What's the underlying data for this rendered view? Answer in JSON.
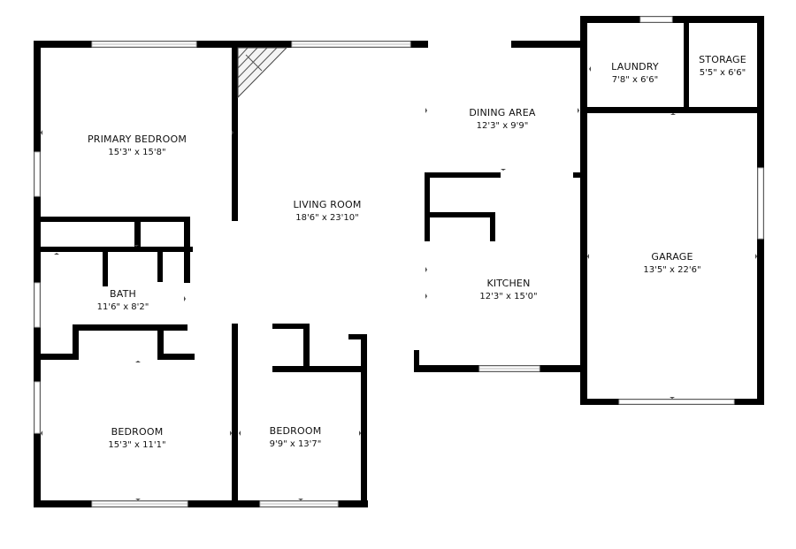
{
  "rooms": [
    {
      "id": "primary-bedroom",
      "name": "PRIMARY BEDROOM",
      "dims": "15'3\" x 15'8\""
    },
    {
      "id": "living-room",
      "name": "LIVING ROOM",
      "dims": "18'6\" x 23'10\""
    },
    {
      "id": "dining-area",
      "name": "DINING AREA",
      "dims": "12'3\" x 9'9\""
    },
    {
      "id": "laundry",
      "name": "LAUNDRY",
      "dims": "7'8\" x 6'6\""
    },
    {
      "id": "storage",
      "name": "STORAGE",
      "dims": "5'5\" x 6'6\""
    },
    {
      "id": "bath",
      "name": "BATH",
      "dims": "11'6\" x 8'2\""
    },
    {
      "id": "kitchen",
      "name": "KITCHEN",
      "dims": "12'3\" x 15'0\""
    },
    {
      "id": "garage",
      "name": "GARAGE",
      "dims": "13'5\" x 22'6\""
    },
    {
      "id": "bedroom-1",
      "name": "BEDROOM",
      "dims": "15'3\" x 11'1\""
    },
    {
      "id": "bedroom-2",
      "name": "BEDROOM",
      "dims": "9'9\" x 13'7\""
    }
  ]
}
